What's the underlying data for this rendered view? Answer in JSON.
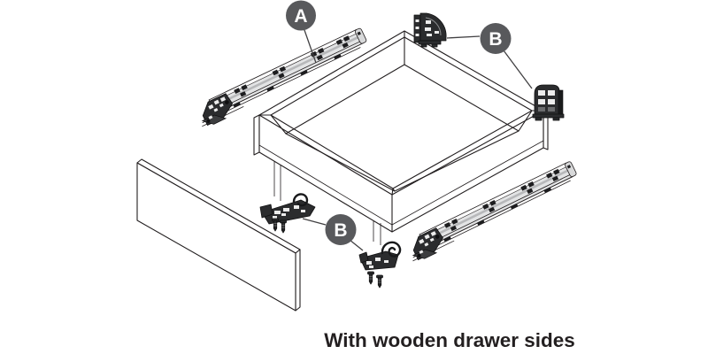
{
  "figure": {
    "type": "exploded-assembly-diagram",
    "caption": "With wooden drawer sides",
    "callouts": [
      {
        "label": "A",
        "points_to": "drawer slide rail"
      },
      {
        "label": "B",
        "points_to": "rear mounting brackets"
      },
      {
        "label": "B",
        "points_to": "front locking devices with screws"
      }
    ],
    "parts": [
      "drawer slide rail upper-left",
      "drawer slide rail lower-right",
      "wooden drawer box",
      "wooden drawer front panel",
      "rear bracket left",
      "rear bracket right",
      "front locking device left with screws",
      "front locking device right with screws"
    ],
    "colors": {
      "background": "#ffffff",
      "line_art": "#231f20",
      "badge_fill": "#58595c",
      "badge_text": "#ffffff",
      "rail_fill": "#e3e4e5",
      "hardware_dark": "#2b2c2e"
    }
  }
}
